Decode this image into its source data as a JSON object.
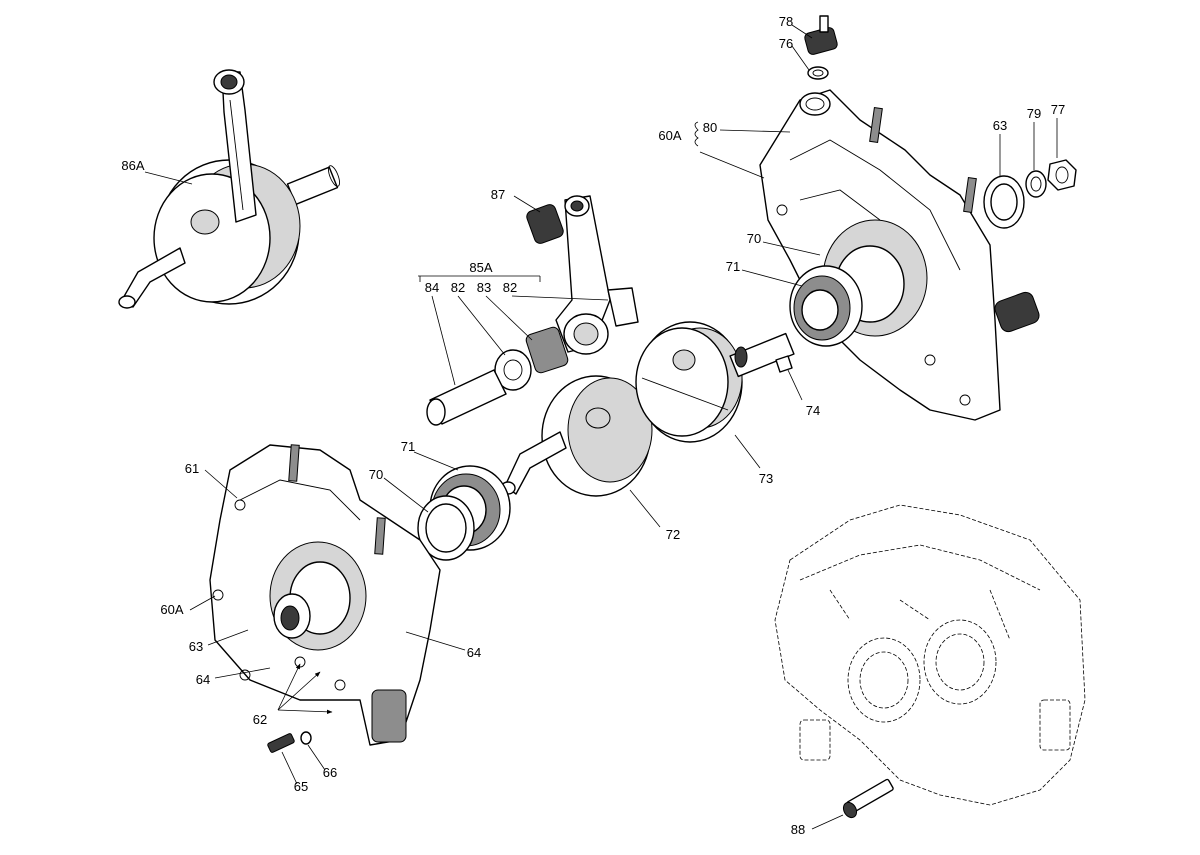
{
  "callouts": {
    "c78": "78",
    "c76": "76",
    "c60a_top": "60A",
    "c80": "80",
    "c63_top": "63",
    "c79": "79",
    "c77": "77",
    "c70_top": "70",
    "c71_top": "71",
    "c74": "74",
    "c73": "73",
    "c87": "87",
    "c85a": "85A",
    "c84": "84",
    "c82a": "82",
    "c83": "83",
    "c82b": "82",
    "c86a": "86A",
    "c61": "61",
    "c71_mid": "71",
    "c70_mid": "70",
    "c72": "72",
    "c60a_left": "60A",
    "c63_left": "63",
    "c64_left": "64",
    "c64_right": "64",
    "c62": "62",
    "c65": "65",
    "c66": "66",
    "c88": "88"
  }
}
